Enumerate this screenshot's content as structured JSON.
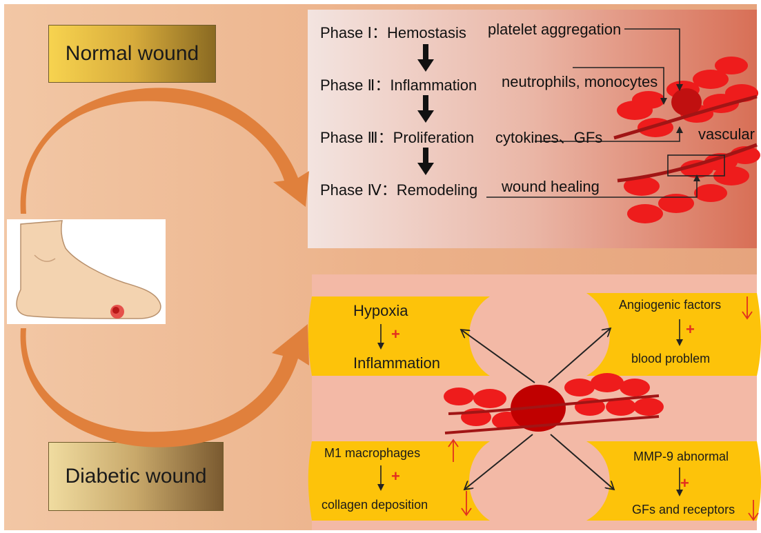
{
  "labels": {
    "normal": "Normal wound",
    "diabetic": "Diabetic wound"
  },
  "phases": [
    {
      "name": "Phase Ⅰ：Hemostasis",
      "detail": "platelet aggregation"
    },
    {
      "name": "Phase Ⅱ：Inflammation",
      "detail": "neutrophils, monocytes"
    },
    {
      "name": "Phase Ⅲ：Proliferation",
      "detail": "cytokines、GFs"
    },
    {
      "name": "Phase Ⅳ：Remodeling",
      "detail": "wound healing"
    }
  ],
  "top_extra": {
    "vascular": "vascular"
  },
  "diabetic_items": {
    "top_left": {
      "line1": "Hypoxia",
      "line2": "Inflammation",
      "sign": "+"
    },
    "top_right": {
      "line1": "Angiogenic factors",
      "line2": "blood problem",
      "sign": "+"
    },
    "bottom_left": {
      "line1": "M1 macrophages",
      "line2": "collagen deposition",
      "sign": "+"
    },
    "bottom_right": {
      "line1": "MMP-9 abnormal",
      "line2": "GFs and receptors",
      "sign": "+"
    }
  },
  "colors": {
    "arrow_orange": "#e2823a",
    "cell_red": "#ee1c1c",
    "vessel_red": "#a11515",
    "ribbon_yellow": "#fdc30a",
    "up_arrow": "#e22f1f",
    "down_arrow": "#e22f1f"
  }
}
